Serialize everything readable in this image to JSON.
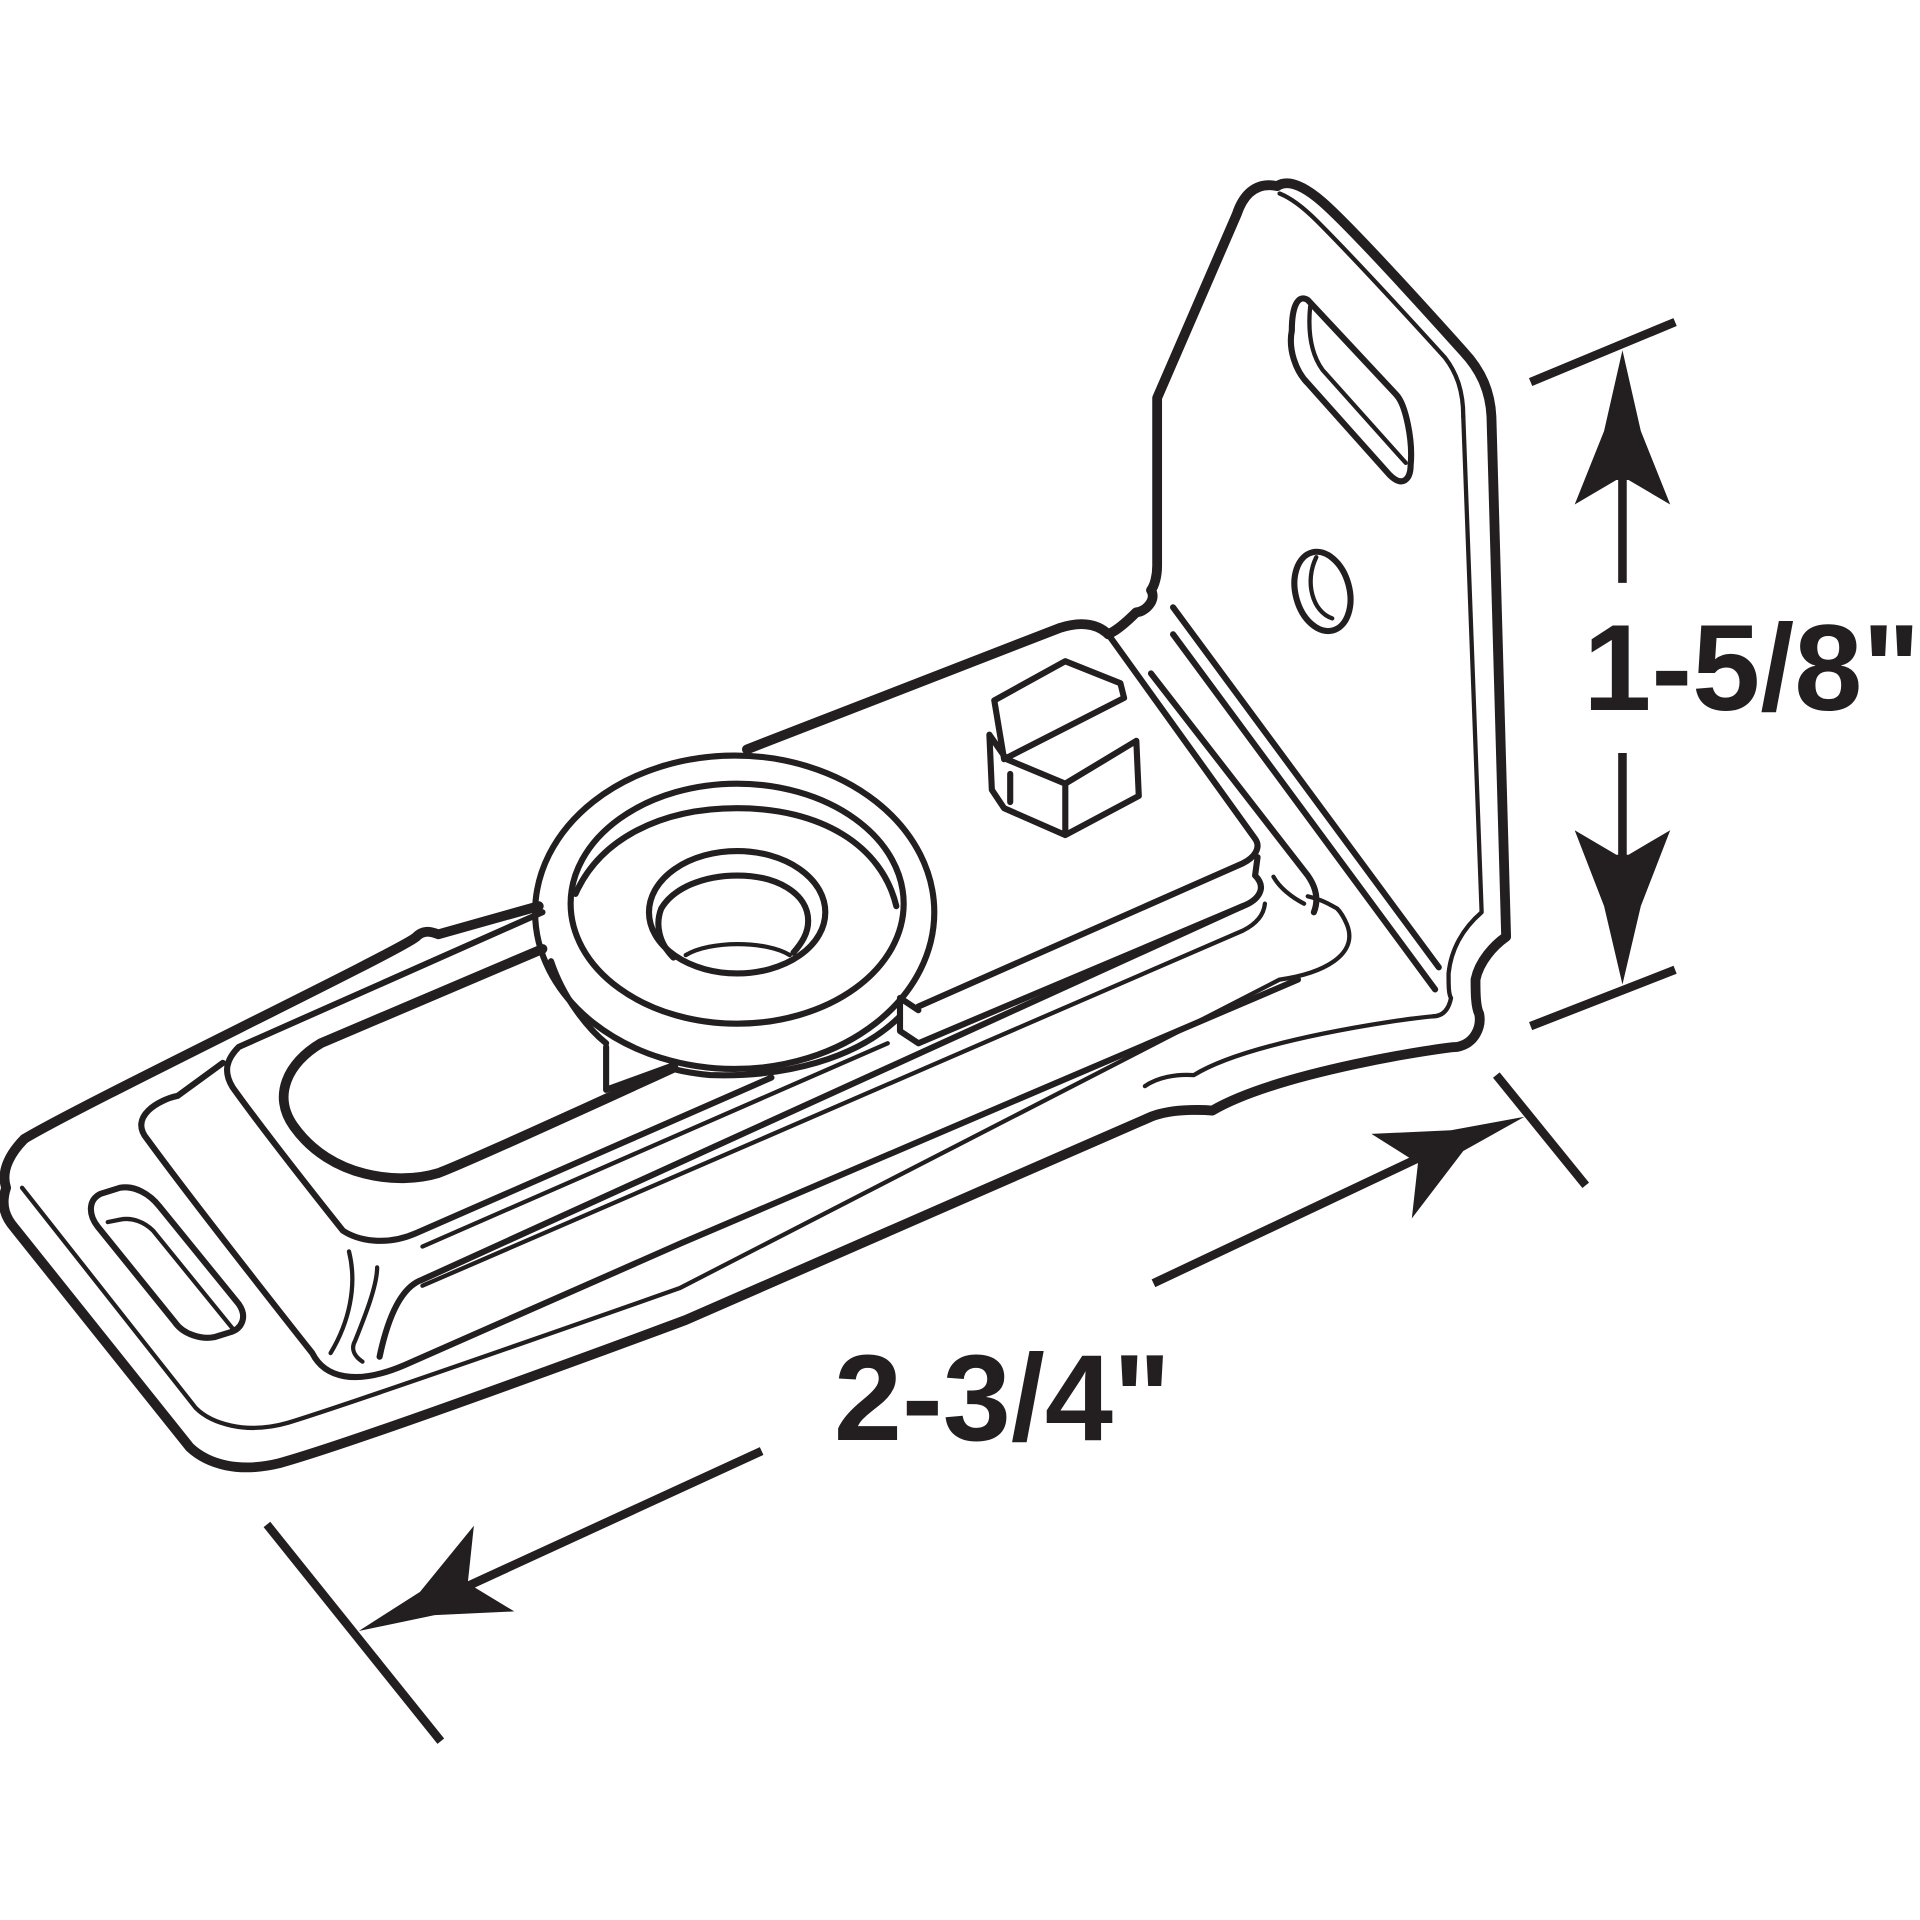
{
  "drawing": {
    "subject": "bracket",
    "line_color": "#231f20",
    "background": "#ffffff"
  },
  "dimensions": {
    "height_label": "1-5/8\"",
    "length_label": "2-3/4\""
  }
}
